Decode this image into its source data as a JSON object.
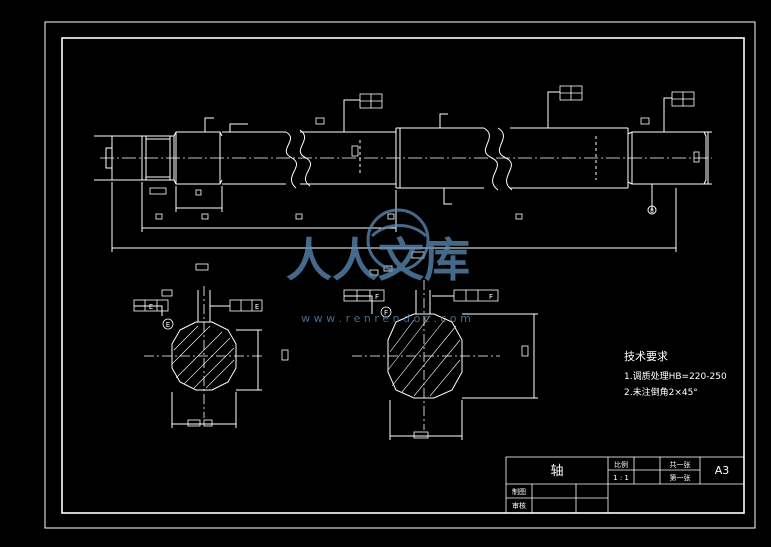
{
  "title_block": {
    "part_name": "轴",
    "scale_label": "比例",
    "scale_value": "1 : 1",
    "sheet_total": "共一张",
    "sheet_index": "第一张",
    "paper_size": "A3",
    "drawn_label": "制图",
    "reviewed_label": "审核"
  },
  "technical_requirements": {
    "heading": "技术要求",
    "items": [
      "1.调质处理HB=220-250",
      "2.未注倒角2×45°"
    ]
  },
  "section_labels": {
    "left": "E",
    "right": "F",
    "datum_left": "E",
    "datum_right": "F",
    "datum_bottom": "B"
  },
  "watermark": {
    "text": "人人文库",
    "url": "w w w . r e n r e n d o c . c o m",
    "color": "#5b8cb8"
  }
}
